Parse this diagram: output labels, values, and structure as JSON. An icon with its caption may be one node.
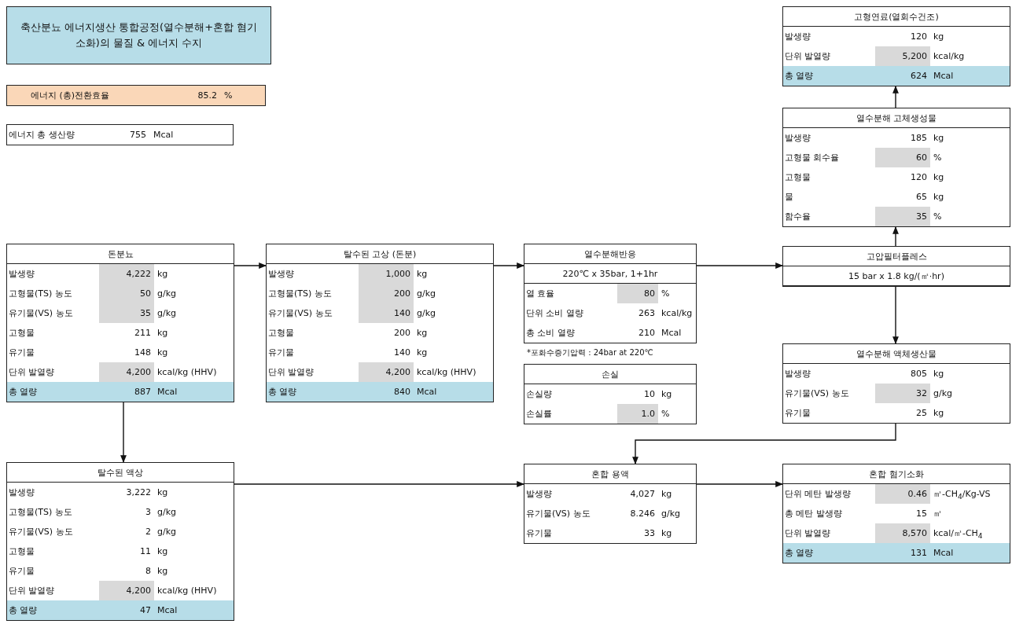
{
  "diagram": {
    "title": "축산분뇨 에너지생산 통합공정(열수분해+혼합 혐기소화)의 물질 & 에너지 수지",
    "nodes": [
      {
        "text": [
          "에너지 (총)전환효율",
          "85.2",
          "%"
        ]
      },
      {
        "text": [
          "에너지 총 생산량",
          "755",
          "Mcal"
        ]
      },
      {
        "text": [
          "돈분뇨",
          "발생량",
          "4,222",
          "kg",
          "고형물(TS) 농도",
          "50",
          "g/kg",
          "유기물(VS) 농도",
          "35",
          "g/kg",
          "고형물",
          "211",
          "kg",
          "유기물",
          "148",
          "kg",
          "단위 발열량",
          "4,200",
          "kcal/kg (HHV)",
          "총 열량",
          "887",
          "Mcal"
        ]
      },
      {
        "text": [
          "탈수된 고상 (돈분)",
          "발생량",
          "1,000",
          "kg",
          "고형물(TS) 농도",
          "200",
          "g/kg",
          "유기물(VS) 농도",
          "140",
          "g/kg",
          "고형물",
          "200",
          "kg",
          "유기물",
          "140",
          "kg",
          "단위 발열량",
          "4,200",
          "kcal/kg (HHV)",
          "총 열량",
          "840",
          "Mcal"
        ]
      },
      {
        "text": [
          "열수분해반응",
          "220℃ x 35bar, 1+1hr",
          "열 효율",
          "80",
          "%",
          "단위 소비 열량",
          "263",
          "kcal/kg",
          "총 소비 열량",
          "210",
          "Mcal"
        ],
        "beside": [
          "*포화수증기압력 : 24bar at 220℃"
        ]
      },
      {
        "text": [
          "손실",
          "손실량",
          "10",
          "kg",
          "손실률",
          "1.0",
          "%"
        ]
      },
      {
        "text": [
          "고압필터플레스",
          "15 bar x 1.8 kg/(㎡·hr)"
        ]
      },
      {
        "text": [
          "고형연료(열회수건조)",
          "발생량",
          "120",
          "kg",
          "단위 발열량",
          "5,200",
          "kcal/kg",
          "총 열량",
          "624",
          "Mcal"
        ]
      },
      {
        "text": [
          "열수분해 고체생성물",
          "발생량",
          "185",
          "kg",
          "고형물 회수율",
          "60",
          "%",
          "고형물",
          "120",
          "kg",
          "물",
          "65",
          "kg",
          "함수율",
          "35",
          "%"
        ]
      },
      {
        "text": [
          "열수분해 액체생산물",
          "발생량",
          "805",
          "kg",
          "유기물(VS) 농도",
          "32",
          "g/kg",
          "유기물",
          "25",
          "kg"
        ]
      },
      {
        "text": [
          "탈수된 액상",
          "발생량",
          "3,222",
          "kg",
          "고형물(TS) 농도",
          "3",
          "g/kg",
          "유기물(VS) 농도",
          "2",
          "g/kg",
          "고형물",
          "11",
          "kg",
          "유기물",
          "8",
          "kg",
          "단위 발열량",
          "4,200",
          "kcal/kg (HHV)",
          "총 열량",
          "47",
          "Mcal"
        ]
      },
      {
        "text": [
          "혼합 용액",
          "발생량",
          "4,027",
          "kg",
          "유기물(VS) 농도",
          "8.246",
          "g/kg",
          "유기물",
          "33",
          "kg"
        ]
      },
      {
        "text": [
          "혼합 혐기소화",
          "단위 메탄 발생량",
          "0.46",
          "㎥-CH$_{4}$/Kg-VS",
          "총 메탄 발생량",
          "15",
          "㎥",
          "단위 발열량",
          "8,570",
          "kcal/㎥-CH$_{4}$",
          "총 열량",
          "131",
          "Mcal"
        ]
      }
    ],
    "edges": [
      {
        "from": 2,
        "to": 3,
        "arrow": "to"
      },
      {
        "from": 3,
        "to": 4,
        "arrow": "to"
      },
      {
        "from": 4,
        "to": 6,
        "arrow": "to"
      },
      {
        "from": 6,
        "to": 8,
        "arrow": "to"
      },
      {
        "from": 8,
        "to": 7,
        "arrow": "to"
      },
      {
        "from": 6,
        "to": 9,
        "arrow": "to"
      },
      {
        "from": 2,
        "to": 10,
        "arrow": "to"
      },
      {
        "from": 10,
        "to": 11,
        "arrow": "to"
      },
      {
        "from": 9,
        "to": 11,
        "arrow": "to"
      },
      {
        "from": 11,
        "to": 12,
        "arrow": "to"
      }
    ]
  }
}
